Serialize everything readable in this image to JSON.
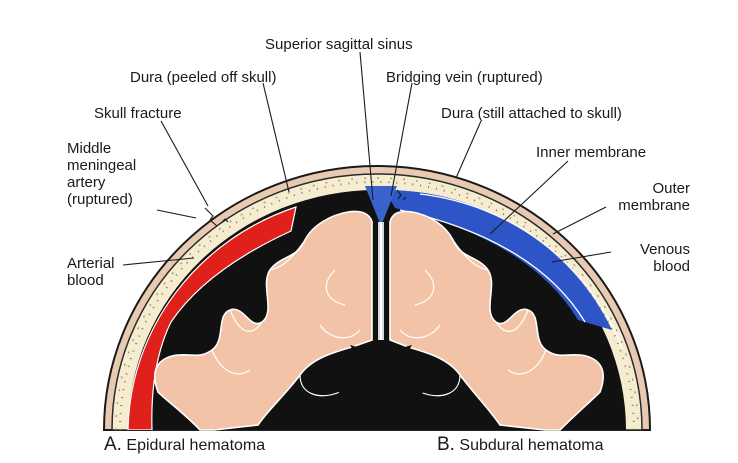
{
  "labels": {
    "superior_sagittal_sinus": "Superior sagittal sinus",
    "dura_peeled": "Dura (peeled off skull)",
    "bridging_vein": "Bridging vein (ruptured)",
    "skull_fracture": "Skull fracture",
    "dura_attached": "Dura (still attached to skull)",
    "middle_meningeal_artery": [
      "Middle",
      "meningeal",
      "artery",
      "(ruptured)"
    ],
    "inner_membrane": "Inner membrane",
    "outer_membrane": [
      "Outer",
      "membrane"
    ],
    "arterial_blood": [
      "Arterial",
      "blood"
    ],
    "venous_blood": [
      "Venous",
      "blood"
    ]
  },
  "captions": {
    "a_letter": "A.",
    "a_text": "Epidural hematoma",
    "b_letter": "B.",
    "b_text": "Subdural hematoma"
  },
  "colors": {
    "arterial_blood": "#e0201a",
    "venous_blood": "#2e55c8",
    "brain": "#f2c3a6",
    "bone": "#f6ecd0",
    "dura_dark": "#151515"
  }
}
